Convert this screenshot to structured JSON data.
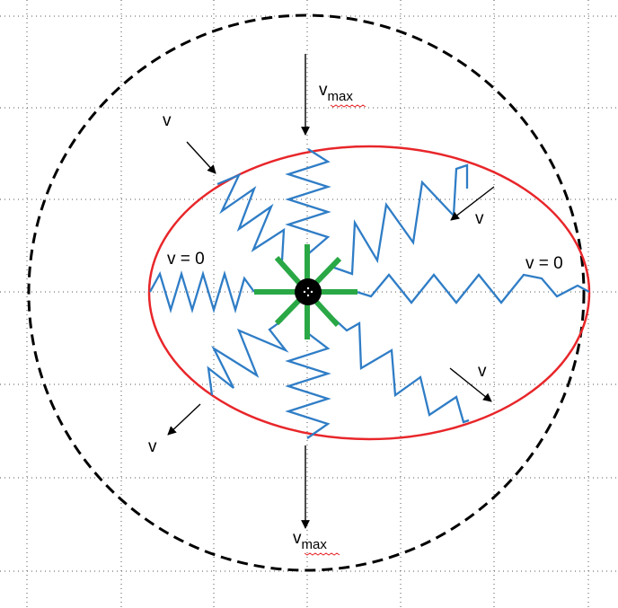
{
  "labels": {
    "vmax_top_main": "v",
    "vmax_top_sub": "max",
    "vmax_bottom_main": "v",
    "vmax_bottom_sub": "max",
    "v_upper_left": "v",
    "v_upper_right": "v",
    "v_lower_right": "v",
    "v_lower_left": "v",
    "v_zero_left": "v = 0",
    "v_zero_right": "v = 0"
  },
  "colors": {
    "grid": "#555555",
    "outer_circle": "#000000",
    "ellipse": "#e8262a",
    "spring": "#2f7dc6",
    "hub_spokes": "#2aa845",
    "hub": "#000000",
    "arrow": "#000000",
    "spell_underline": "#e8262a"
  }
}
